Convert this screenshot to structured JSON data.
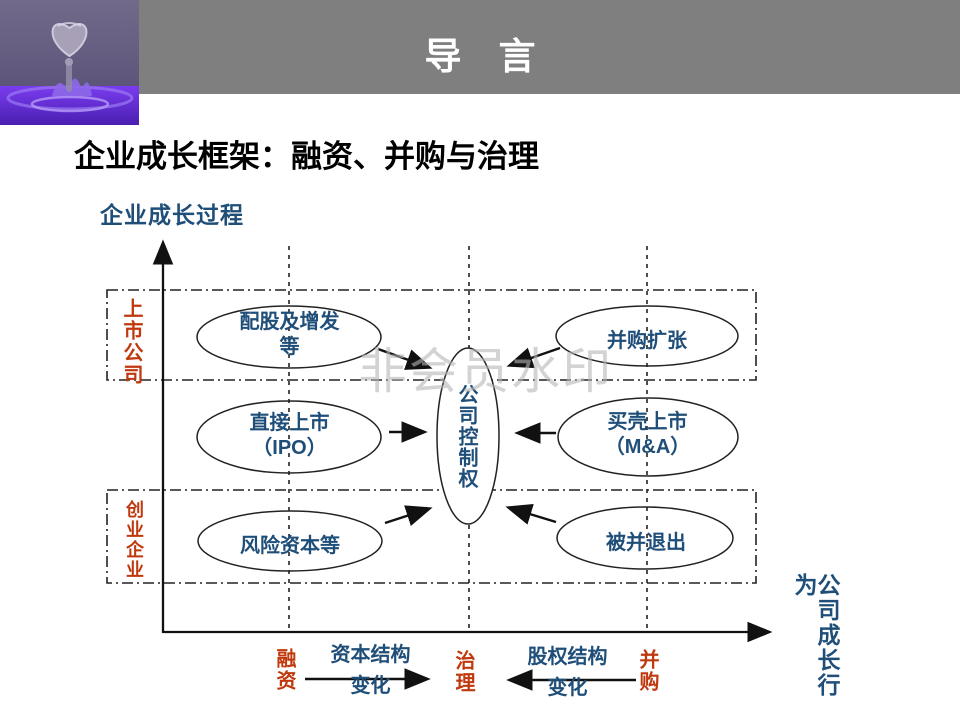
{
  "header": {
    "title": "导　言"
  },
  "slide_title": "企业成长框架：融资、并购与治理",
  "watermark": "非会员水印",
  "diagram": {
    "y_axis_title": "企业成长过程",
    "x_axis_title": "公司成长行为",
    "bands": {
      "listed": "上市公司",
      "startup": "创业企业"
    },
    "nodes": {
      "rights_issue": "配股及增发\n等",
      "ma_expansion": "并购扩张",
      "ipo": "直接上市\n（IPO）",
      "shell_listing": "买壳上市\n（M&A）",
      "venture_capital": "风险资本等",
      "merged_exit": "被并退出",
      "corporate_control": "公司控制权"
    },
    "stages": {
      "financing": "融资",
      "governance": "治理",
      "ma": "并购"
    },
    "transitions": {
      "capital_structure": "资本结构\n变化",
      "equity_structure": "股权结构\n变化"
    }
  },
  "colors": {
    "header_gray": "#7f7f7f",
    "accent_red": "#c0390e",
    "accent_blue": "#1f4e79"
  }
}
